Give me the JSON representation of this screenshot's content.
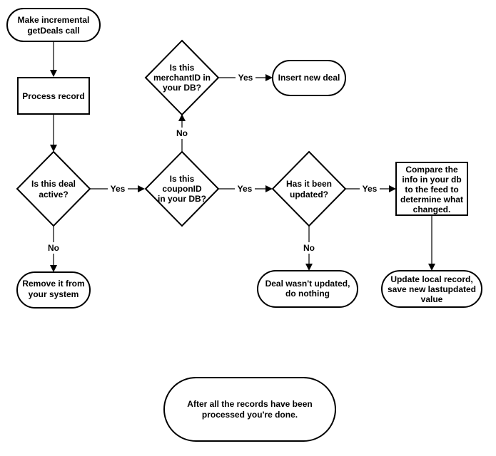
{
  "nodes": {
    "start": {
      "shape": "terminal",
      "lines": [
        "Make incremental",
        "getDeals call"
      ]
    },
    "process": {
      "shape": "process",
      "lines": [
        "Process record"
      ]
    },
    "active": {
      "shape": "decision",
      "lines": [
        "Is this deal",
        "active?"
      ]
    },
    "remove": {
      "shape": "terminal",
      "lines": [
        "Remove it from",
        "your system"
      ]
    },
    "coupon": {
      "shape": "decision",
      "lines": [
        "Is this",
        "couponID",
        "in your DB?"
      ]
    },
    "merchant": {
      "shape": "decision",
      "lines": [
        "Is this",
        "merchantID in",
        "your DB?"
      ]
    },
    "insert": {
      "shape": "terminal",
      "lines": [
        "Insert new deal"
      ]
    },
    "updated": {
      "shape": "decision",
      "lines": [
        "Has it been",
        "updated?"
      ]
    },
    "nothing": {
      "shape": "terminal",
      "lines": [
        "Deal wasn't updated,",
        "do nothing"
      ]
    },
    "compare": {
      "shape": "process",
      "lines": [
        "Compare the",
        "info in your db",
        "to the feed to",
        "determine what",
        "changed."
      ]
    },
    "local": {
      "shape": "terminal",
      "lines": [
        "Update local record,",
        "save new lastupdated",
        "value"
      ]
    },
    "done": {
      "shape": "terminal",
      "lines": [
        "After all the records have been",
        "processed you're done."
      ]
    }
  },
  "edges": [
    {
      "from": "start",
      "to": "process",
      "label": ""
    },
    {
      "from": "process",
      "to": "active",
      "label": ""
    },
    {
      "from": "active",
      "to": "remove",
      "label": "No"
    },
    {
      "from": "active",
      "to": "coupon",
      "label": "Yes"
    },
    {
      "from": "coupon",
      "to": "merchant",
      "label": "No"
    },
    {
      "from": "merchant",
      "to": "insert",
      "label": "Yes"
    },
    {
      "from": "coupon",
      "to": "updated",
      "label": "Yes"
    },
    {
      "from": "updated",
      "to": "nothing",
      "label": "No"
    },
    {
      "from": "updated",
      "to": "compare",
      "label": "Yes"
    },
    {
      "from": "compare",
      "to": "local",
      "label": ""
    }
  ]
}
